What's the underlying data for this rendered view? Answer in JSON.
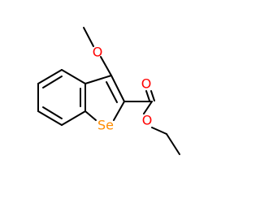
{
  "atoms": [
    {
      "id": "O_methoxy",
      "symbol": "O",
      "color": "#ff0000"
    },
    {
      "id": "O_carbonyl",
      "symbol": "O",
      "color": "#ff0000"
    },
    {
      "id": "O_ester",
      "symbol": "O",
      "color": "#ff0000"
    },
    {
      "id": "Se_ring",
      "symbol": "Se",
      "color": "#ff8c00"
    }
  ],
  "bond_color": "#000000"
}
